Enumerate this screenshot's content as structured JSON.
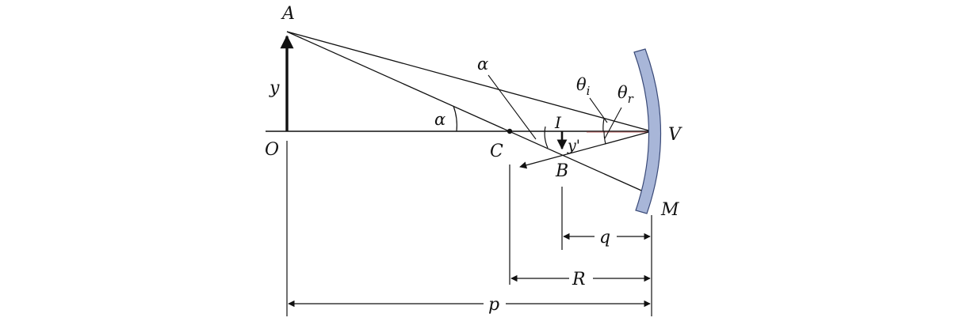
{
  "labels": {
    "object_top": "A",
    "object_height": "y",
    "object_base": "O",
    "center_of_curvature": "C",
    "image_point": "I",
    "image_height": "y'",
    "image_tip": "B",
    "vertex": "V",
    "mirror": "M",
    "angle_alpha_upper": "α",
    "angle_alpha_lower": "α",
    "angle_incidence": "θ",
    "angle_incidence_sub": "i",
    "angle_reflection": "θ",
    "angle_reflection_sub": "r",
    "image_distance": "q",
    "radius": "R",
    "object_distance": "p"
  },
  "colors": {
    "ink": "#111111",
    "mirror_fill": "#a8b6d8",
    "mirror_stroke": "#3a4a78",
    "axis_highlight": "#c06a6a"
  }
}
